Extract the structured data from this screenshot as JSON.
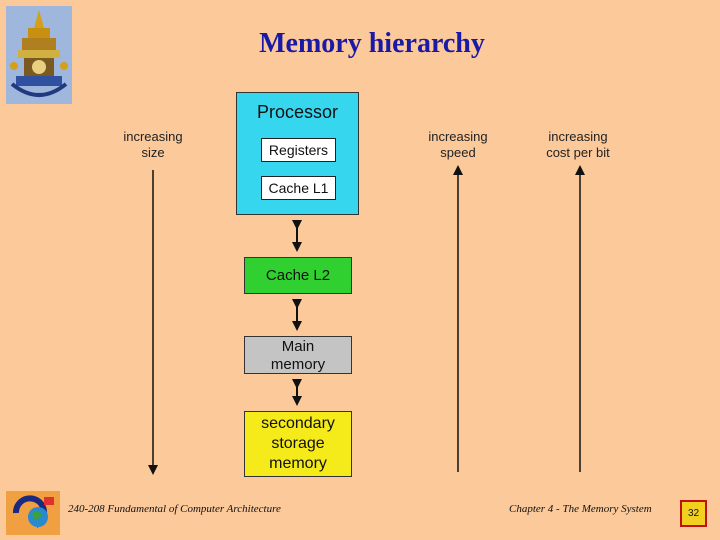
{
  "title": "Memory hierarchy",
  "diagram": {
    "processor": "Processor",
    "registers": "Registers",
    "cache_l1": "Cache L1",
    "cache_l2": "Cache L2",
    "main_memory": [
      "Main",
      "memory"
    ],
    "secondary": [
      "secondary",
      "storage",
      "memory"
    ],
    "labels": {
      "size": [
        "increasing",
        "size"
      ],
      "speed": [
        "increasing",
        "speed"
      ],
      "cost": [
        "increasing",
        "cost per bit"
      ]
    }
  },
  "footer": {
    "course": "240-208 Fundamental of Computer Architecture",
    "chapter": "Chapter 4 - The Memory System",
    "page": "32"
  },
  "colors": {
    "background": "#fcc99a",
    "title": "#1a1aa6",
    "processor": "#36d6ef",
    "cache_l2": "#30d030",
    "main_memory": "#c4c4c4",
    "secondary": "#f5ea1a"
  }
}
